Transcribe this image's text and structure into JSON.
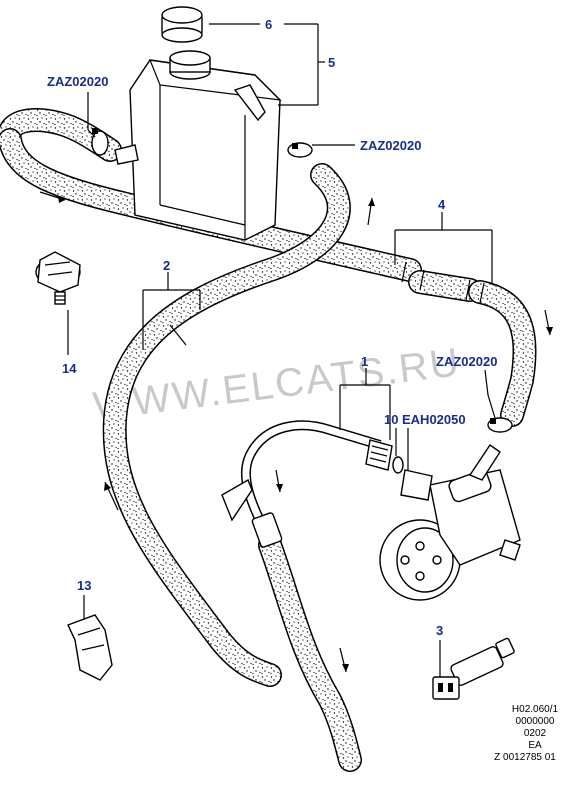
{
  "callouts": {
    "n1": "1",
    "n2": "2",
    "n3": "3",
    "n4": "4",
    "n5": "5",
    "n6": "6",
    "n10": "10",
    "n13": "13",
    "n14": "14",
    "zaz_left": "ZAZ02020",
    "zaz_right_top": "ZAZ02020",
    "zaz_right_low": "ZAZ02020",
    "eah": "EAH02050"
  },
  "watermark": "WWW.ELCATS.RU",
  "reference": {
    "line1": "H02.060/1",
    "line2": "0000000",
    "line3": "0202",
    "line4": "EA",
    "line5": "Z 0012785 01"
  },
  "colors": {
    "callout": "#1a2d8c",
    "line": "#000000",
    "watermark": "#c9c9c9"
  }
}
